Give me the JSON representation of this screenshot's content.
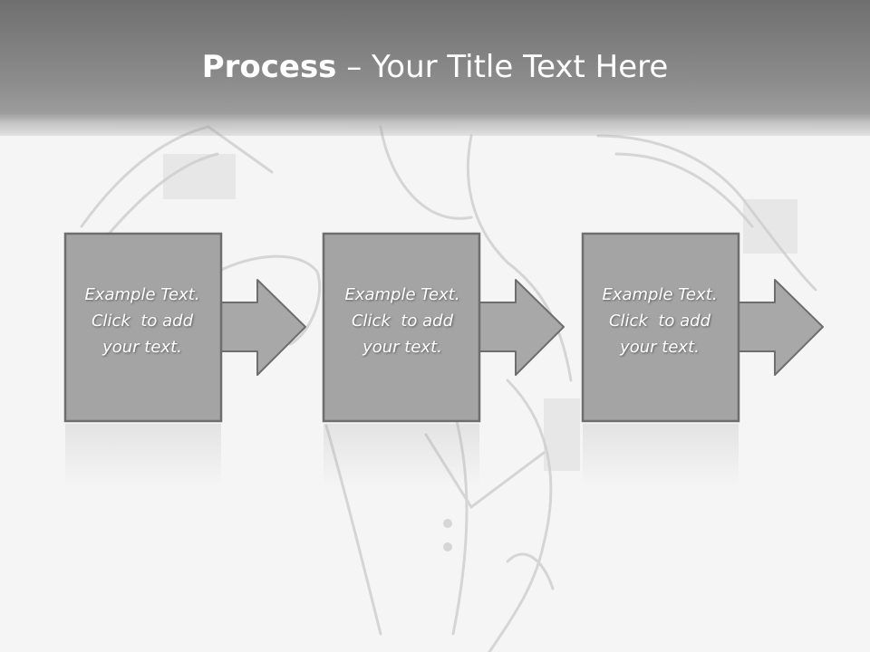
{
  "title": {
    "bold": "Process",
    "rest": " – Your Title Text Here"
  },
  "steps": [
    {
      "line1": "Example Text.",
      "line2": "Click  to add",
      "line3": "your text."
    },
    {
      "line1": "Example Text.",
      "line2": "Click  to add",
      "line3": "your text."
    },
    {
      "line1": "Example Text.",
      "line2": "Click  to add",
      "line3": "your text."
    }
  ],
  "colors": {
    "box_fill": "#a4a4a4",
    "box_stroke": "#6e6e6e",
    "title_bar": "#7a7a7a",
    "text": "#ffffff"
  }
}
